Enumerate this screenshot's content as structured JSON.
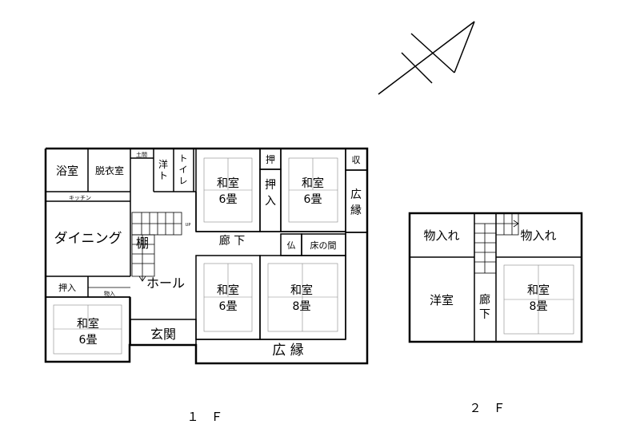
{
  "floor1": {
    "label": "１　Ｆ",
    "rooms": {
      "bath": "浴室",
      "dressing": "脱衣室",
      "doma": "土間",
      "western": "洋",
      "western_2": "ト",
      "toilet_a": "ト",
      "toilet_b": "イ",
      "toilet_c": "レ",
      "japanese_a1": "和室",
      "japanese_a2": "6畳",
      "closet_small": "押",
      "closet_b1": "押",
      "closet_b2": "入",
      "japanese_b1": "和室",
      "japanese_b2": "6畳",
      "storage": "収",
      "veranda_side1": "広",
      "veranda_side2": "縁",
      "kitchen": "キッチン",
      "dining": "ダイニング",
      "shelf": "棚",
      "up_mark": "UP",
      "corridor": "廊 下",
      "altar": "仏",
      "tokonoma": "床の間",
      "closet_c": "押入",
      "closet_d": "物入",
      "hall": "ホール",
      "japanese_c1": "和室",
      "japanese_c2": "6畳",
      "japanese_d1": "和室",
      "japanese_d2": "8畳",
      "japanese_e1": "和室",
      "japanese_e2": "6畳",
      "entrance": "玄関",
      "veranda": "広 縁"
    }
  },
  "floor2": {
    "label": "２　Ｆ",
    "rooms": {
      "storage_left": "物入れ",
      "storage_right": "物入れ",
      "western": "洋室",
      "corridor_1": "廊",
      "corridor_2": "下",
      "japanese_1": "和室",
      "japanese_2": "8畳"
    }
  }
}
